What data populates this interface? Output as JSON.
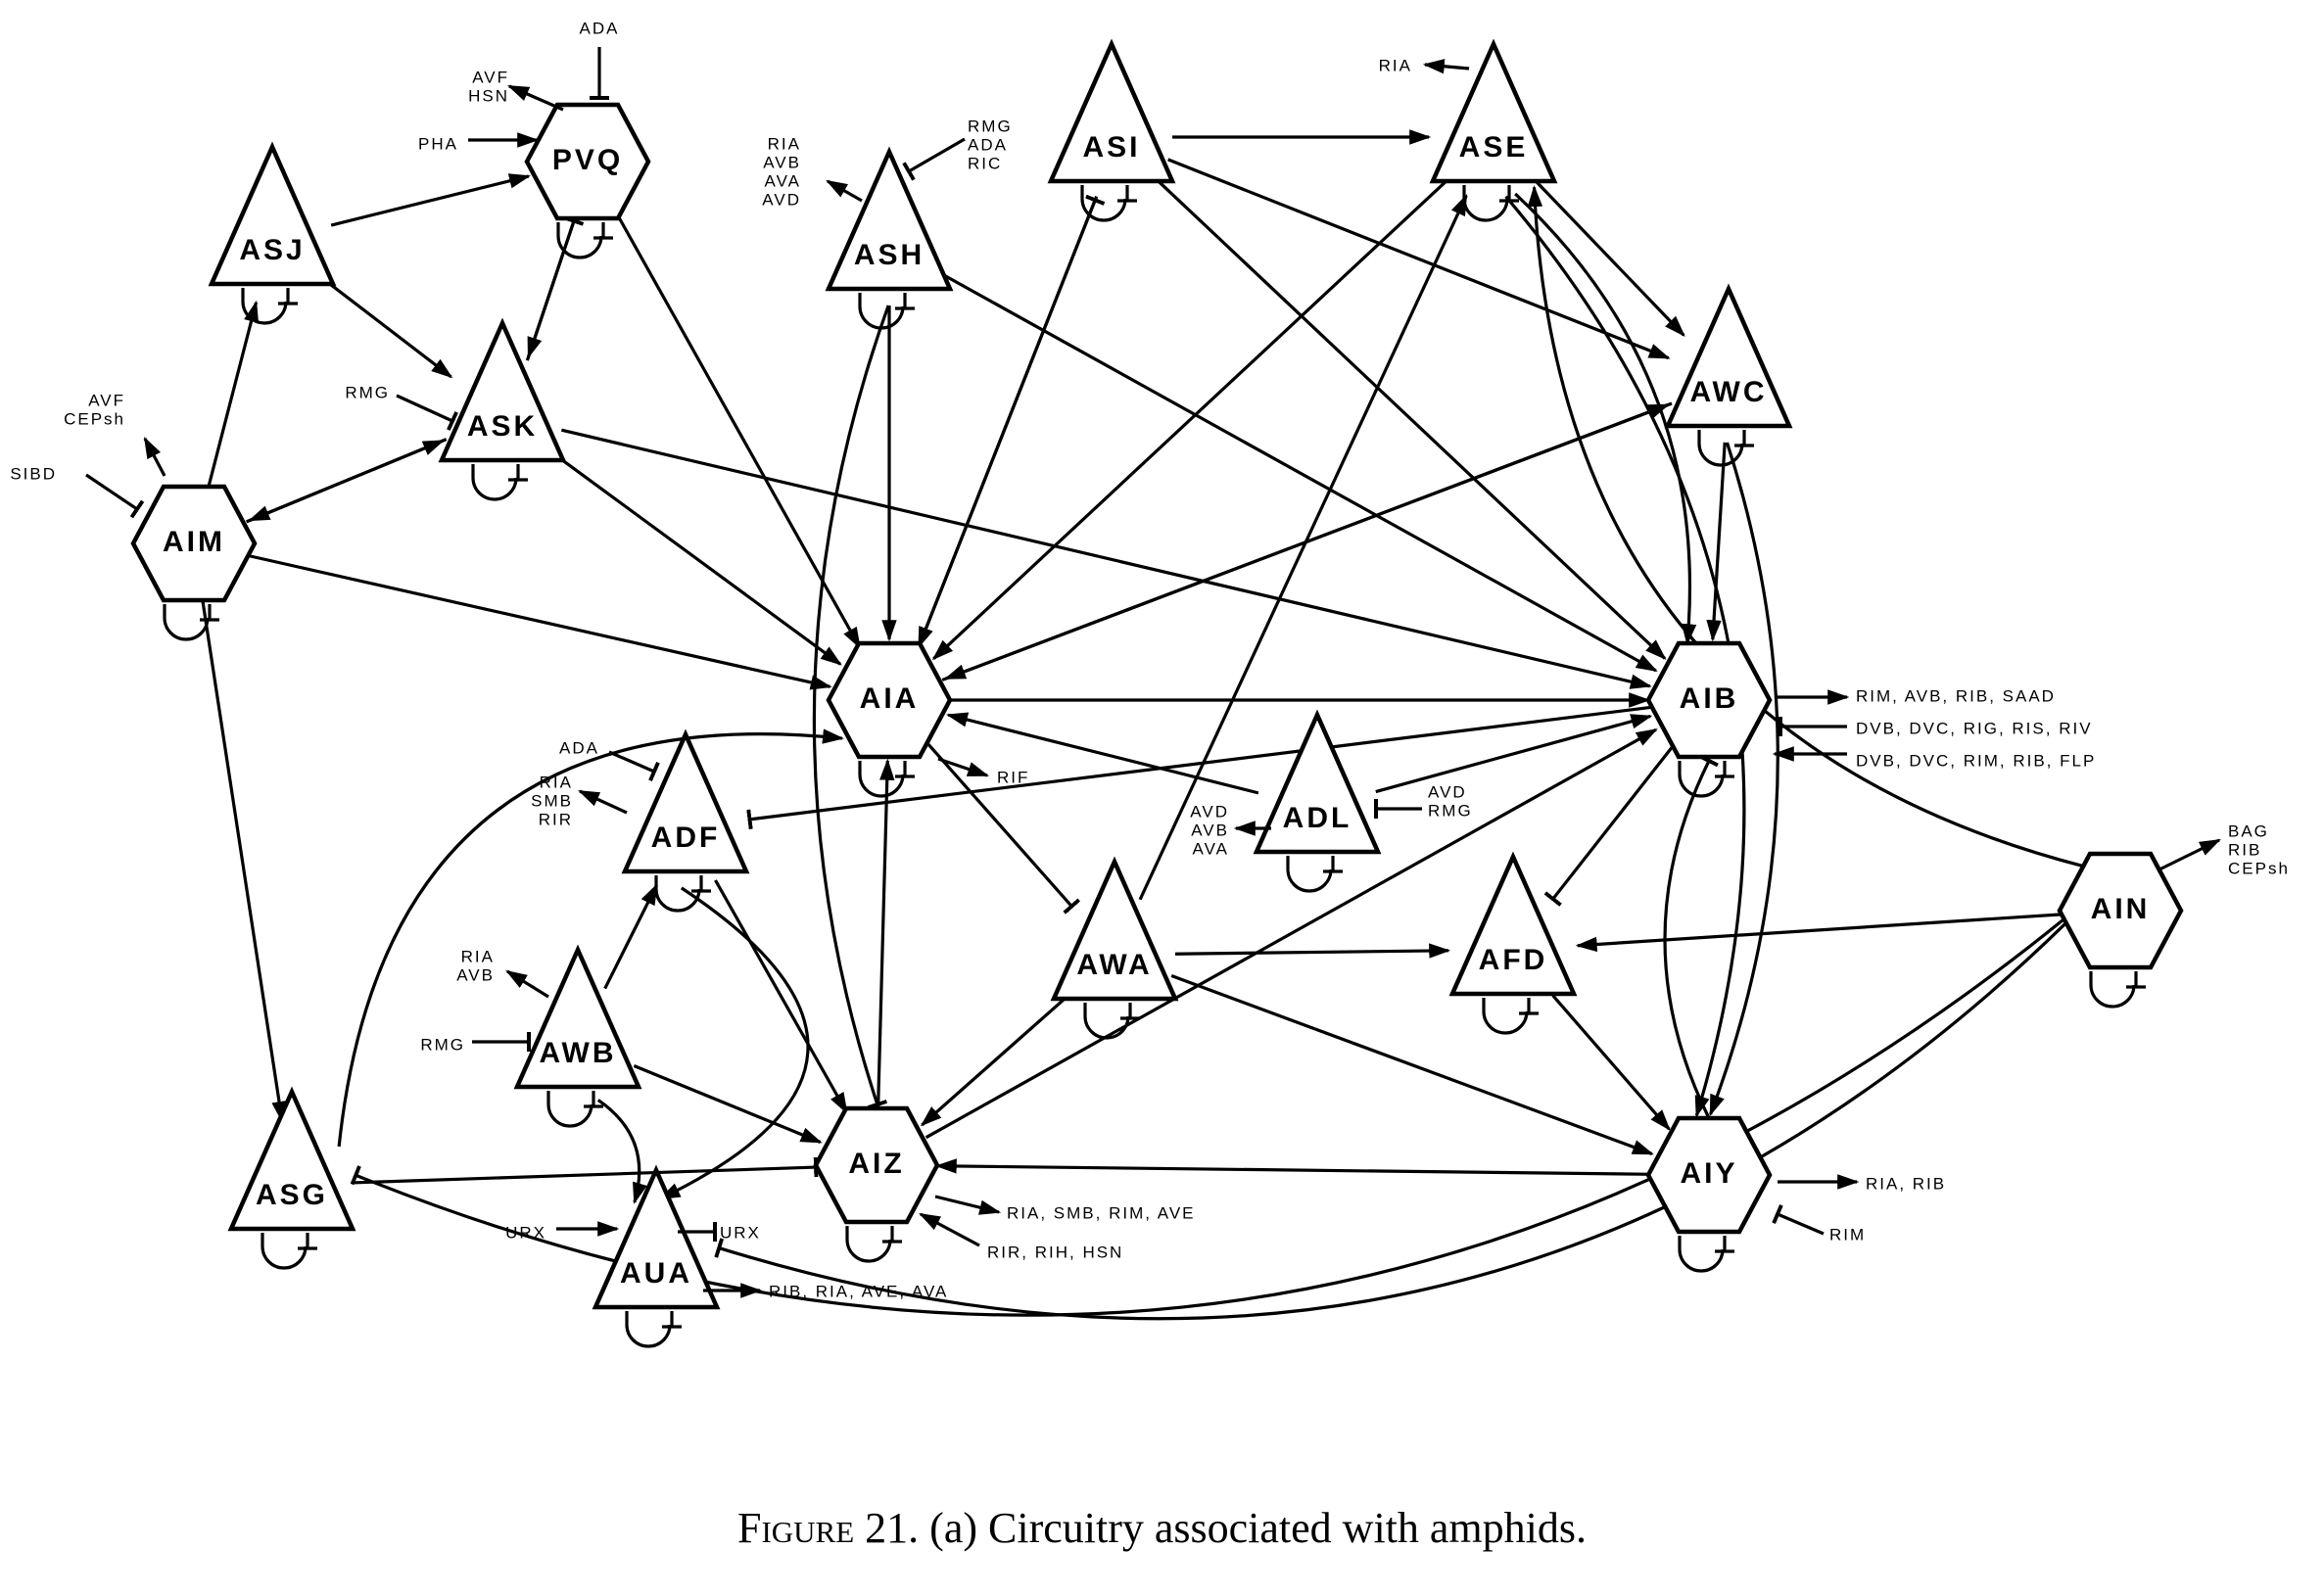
{
  "figure": {
    "caption_label": "Figure 21.",
    "caption_text": "(a) Circuitry associated with amphids."
  },
  "nodes": [
    {
      "id": "PVQ",
      "shape": "hexagon"
    },
    {
      "id": "ASJ",
      "shape": "triangle"
    },
    {
      "id": "ASK",
      "shape": "triangle"
    },
    {
      "id": "AIM",
      "shape": "hexagon"
    },
    {
      "id": "ASH",
      "shape": "triangle"
    },
    {
      "id": "ASI",
      "shape": "triangle"
    },
    {
      "id": "ASE",
      "shape": "triangle"
    },
    {
      "id": "AWC",
      "shape": "triangle"
    },
    {
      "id": "AIA",
      "shape": "hexagon"
    },
    {
      "id": "AIB",
      "shape": "hexagon"
    },
    {
      "id": "ADF",
      "shape": "triangle"
    },
    {
      "id": "ADL",
      "shape": "triangle"
    },
    {
      "id": "AWA",
      "shape": "triangle"
    },
    {
      "id": "AFD",
      "shape": "triangle"
    },
    {
      "id": "AIN",
      "shape": "hexagon"
    },
    {
      "id": "AWB",
      "shape": "triangle"
    },
    {
      "id": "AIZ",
      "shape": "hexagon"
    },
    {
      "id": "AIY",
      "shape": "hexagon"
    },
    {
      "id": "ASG",
      "shape": "triangle"
    },
    {
      "id": "AUA",
      "shape": "triangle"
    }
  ],
  "external_labels": [
    {
      "id": "pvq-in-top",
      "lines": [
        "ADA"
      ]
    },
    {
      "id": "pvq-out",
      "lines": [
        "AVF",
        "HSN"
      ]
    },
    {
      "id": "pvq-in-left",
      "lines": [
        "PHA"
      ]
    },
    {
      "id": "ash-in",
      "lines": [
        "RMG",
        "ADA",
        "RIC"
      ]
    },
    {
      "id": "ash-out",
      "lines": [
        "RIA",
        "AVB",
        "AVA",
        "AVD"
      ]
    },
    {
      "id": "ase-out",
      "lines": [
        "RIA"
      ]
    },
    {
      "id": "ask-in",
      "lines": [
        "RMG"
      ]
    },
    {
      "id": "aim-out",
      "lines": [
        "AVF",
        "CEPsh"
      ]
    },
    {
      "id": "aim-in",
      "lines": [
        "SIBD"
      ]
    },
    {
      "id": "aib-out1",
      "lines": [
        "RIM, AVB, RIB, SAAD"
      ]
    },
    {
      "id": "aib-out2",
      "lines": [
        "DVB, DVC, RIG, RIS, RIV"
      ]
    },
    {
      "id": "aib-in",
      "lines": [
        "DVB, DVC, RIM, RIB, FLP"
      ]
    },
    {
      "id": "aia-out",
      "lines": [
        "RIF"
      ]
    },
    {
      "id": "adf-in",
      "lines": [
        "ADA"
      ]
    },
    {
      "id": "adf-out",
      "lines": [
        "RIA",
        "SMB",
        "RIR"
      ]
    },
    {
      "id": "adl-in",
      "lines": [
        "AVD",
        "RMG"
      ]
    },
    {
      "id": "adl-out",
      "lines": [
        "AVD",
        "AVB",
        "AVA"
      ]
    },
    {
      "id": "ain-out",
      "lines": [
        "BAG",
        "RIB",
        "CEPsh"
      ]
    },
    {
      "id": "awb-out",
      "lines": [
        "RIA",
        "AVB"
      ]
    },
    {
      "id": "awb-in",
      "lines": [
        "RMG"
      ]
    },
    {
      "id": "aiz-out",
      "lines": [
        "RIA, SMB, RIM, AVE"
      ]
    },
    {
      "id": "aiz-in",
      "lines": [
        "RIR, RIH, HSN"
      ]
    },
    {
      "id": "aua-in-left",
      "lines": [
        "URX"
      ]
    },
    {
      "id": "aua-in-right",
      "lines": [
        "URX"
      ]
    },
    {
      "id": "aua-out",
      "lines": [
        "RIB, RIA, AVE, AVA"
      ]
    },
    {
      "id": "aiy-out",
      "lines": [
        "RIA, RIB"
      ]
    },
    {
      "id": "aiy-in",
      "lines": [
        "RIM"
      ]
    }
  ]
}
